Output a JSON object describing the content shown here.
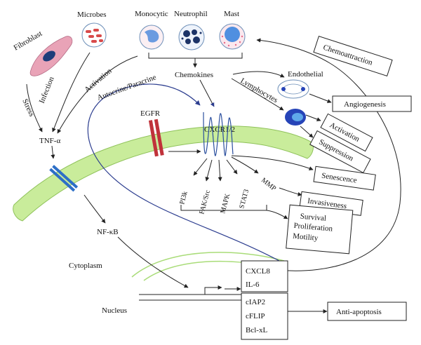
{
  "labels": {
    "fibroblast": "Fibroblast",
    "microbes": "Microbes",
    "monocytic": "Monocytic",
    "neutrophil": "Neutrophil",
    "mast": "Mast",
    "chemokines": "Chemokines",
    "endothelial": "Endothelial",
    "lymphocytes": "Lymphocytes",
    "infection": "Infection",
    "activation_microbes": "Activation",
    "stress": "Stress",
    "tnf": "TNF-α",
    "autocrine": "Autocrine/Paracrine",
    "egfr": "EGFR",
    "cxcr": "CXCR1/2",
    "pi3k": "PI3k",
    "fak": "FAK/Src",
    "mapk": "MAPK",
    "stat3": "STAT3",
    "mmp": "MMP",
    "nfkb": "NF-κB",
    "cytoplasm": "Cytoplasm",
    "nucleus": "Nucleus"
  },
  "boxes": {
    "chemoattraction": "Chemoattraction",
    "angiogenesis": "Angiogenesis",
    "activation": "Activation",
    "suppression": "Suppression",
    "senescence": "Senescence",
    "invasiveness": "Invasiveness",
    "survival": "Survival",
    "proliferation": "Proliferation",
    "motility": "Motility",
    "cxcl8": "CXCL8",
    "il6": "IL-6",
    "ciap2": "cIAP2",
    "cflip": "cFLIP",
    "bclxl": "Bcl-xL",
    "antiapoptosis": "Anti-apoptosis"
  },
  "colors": {
    "membrane_fill": "#c9ec9b",
    "membrane_stroke": "#8fc25a",
    "egfr": "#c0323a",
    "receptor_tnf": "#2d6fc7",
    "cxcr_line": "#2b4f9e",
    "arc_blue": "#2c3d8f",
    "nucleus_arc": "#a9dc78",
    "fibroblast_fill": "#e9a3b7",
    "fibroblast_nucleus": "#1e3d7a",
    "microbe": "#d84a4a",
    "monocyte_nucleus": "#6b9be0",
    "neutrophil_nucleus": "#1c3367",
    "mast_nucleus": "#4f8fe0",
    "mast_dots": "#e86a8a",
    "lymphocyte_outer": "#2644b8",
    "lymphocyte_inner": "#5fa8ea"
  }
}
